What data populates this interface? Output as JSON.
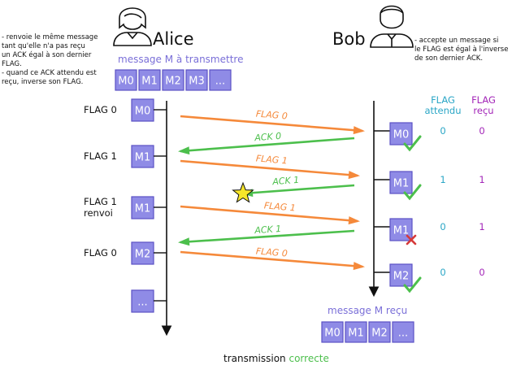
{
  "left_note": [
    "- renvoie le même message",
    "  tant qu'elle n'a pas reçu",
    "  un ACK égal à son dernier",
    "  FLAG.",
    "- quand ce ACK attendu est",
    "  reçu, inverse son FLAG."
  ],
  "right_note": [
    "- accepte un message si",
    "le FLAG est égal à l'inverse",
    "de son dernier ACK."
  ],
  "alice": {
    "name": "Alice",
    "caption": "message M à transmettre",
    "queue": [
      "M0",
      "M1",
      "M2",
      "M3",
      "..."
    ]
  },
  "bob": {
    "name": "Bob",
    "caption": "message M reçu",
    "queue": [
      "M0",
      "M1",
      "M2",
      "..."
    ]
  },
  "sender_rows": [
    {
      "flag": "FLAG 0",
      "msg": "M0"
    },
    {
      "flag": "FLAG 1",
      "msg": "M1"
    },
    {
      "flag": "FLAG 1",
      "flag2": "renvoi",
      "msg": "M1"
    },
    {
      "flag": "FLAG 0",
      "msg": "M2"
    },
    {
      "flag": "",
      "msg": "..."
    }
  ],
  "arrows": [
    {
      "label": "FLAG 0",
      "kind": "data"
    },
    {
      "label": "ACK 0",
      "kind": "ack"
    },
    {
      "label": "FLAG 1",
      "kind": "data"
    },
    {
      "label": "ACK 1",
      "kind": "ack-lost"
    },
    {
      "label": "FLAG 1",
      "kind": "data"
    },
    {
      "label": "ACK 1",
      "kind": "ack"
    },
    {
      "label": "FLAG 0",
      "kind": "data"
    }
  ],
  "table_header": {
    "expected_line1": "FLAG",
    "expected_line2": "attendu",
    "received_line1": "FLAG",
    "received_line2": "reçu"
  },
  "receiver_rows": [
    {
      "msg": "M0",
      "expected": "0",
      "received": "0",
      "status": "accepted"
    },
    {
      "msg": "M1",
      "expected": "1",
      "received": "1",
      "status": "accepted"
    },
    {
      "msg": "M1",
      "expected": "0",
      "received": "1",
      "status": "rejected"
    },
    {
      "msg": "M2",
      "expected": "0",
      "received": "0",
      "status": "accepted"
    }
  ],
  "footer": {
    "prefix": "transmission ",
    "highlight": "correcte"
  },
  "colors": {
    "message_box": "#8f8be6",
    "message_border": "#5b52c4",
    "data_arrow": "#f5893a",
    "ack_arrow": "#4cbf4c",
    "expected": "#2aa6c6",
    "received": "#a326b8",
    "check": "#4cbf4c",
    "cross": "#d63a3a",
    "star": "#f7e62a",
    "caption": "#7a6fd8"
  }
}
